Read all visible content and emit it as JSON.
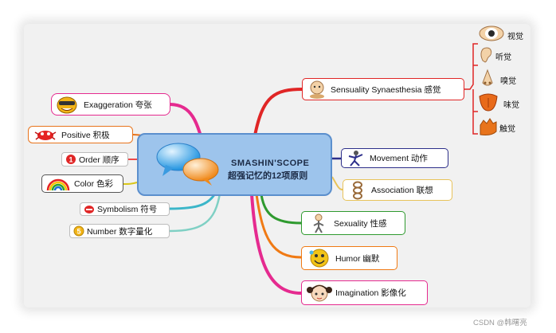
{
  "center": {
    "title": "SMASHIN'SCOPE",
    "subtitle": "超强记忆的12项原则"
  },
  "left_branches": [
    {
      "label": "Exaggeration 夸张",
      "color": "#e52a8f",
      "icon": "exaggeration-face-icon"
    },
    {
      "label": "Positive 积极",
      "color": "#e8741c",
      "icon": "positive-bug-icon"
    },
    {
      "label": "Order 顺序",
      "color": "#ef4a4a",
      "icon": "number-1-icon",
      "badge": "1"
    },
    {
      "label": "Color 色彩",
      "color": "#d9c61a",
      "icon": "rainbow-icon"
    },
    {
      "label": "Symbolism 符号",
      "color": "#3bb6c9",
      "icon": "symbol-icon"
    },
    {
      "label": "Number 数字量化",
      "color": "#7fd0c4",
      "icon": "number-5-icon",
      "badge": "5"
    }
  ],
  "right_branches": [
    {
      "label": "Sensuality Synaesthesia 感觉",
      "color": "#e02626",
      "icon": "sensuality-baby-icon"
    },
    {
      "label": "Movement 动作",
      "color": "#2d2f8a",
      "icon": "movement-figure-icon"
    },
    {
      "label": "Association 联想",
      "color": "#e8c35a",
      "icon": "association-chain-icon"
    },
    {
      "label": "Sexuality 性感",
      "color": "#2f9a2f",
      "icon": "sexuality-figure-icon"
    },
    {
      "label": "Humor 幽默",
      "color": "#f07a14",
      "icon": "humor-face-icon"
    },
    {
      "label": "Imagination 影像化",
      "color": "#e52a8f",
      "icon": "imagination-girl-icon"
    }
  ],
  "senses": [
    {
      "label": "视觉",
      "icon": "eye-icon"
    },
    {
      "label": "听觉",
      "icon": "ear-icon"
    },
    {
      "label": "嗅觉",
      "icon": "nose-icon"
    },
    {
      "label": "味觉",
      "icon": "tongue-icon"
    },
    {
      "label": "触觉",
      "icon": "hand-icon"
    }
  ],
  "watermark": "CSDN @韩曙亮",
  "colors": {
    "center_fill": "#9dc4ec",
    "center_border": "#5b8fcd",
    "background": "#f1f1f1"
  }
}
